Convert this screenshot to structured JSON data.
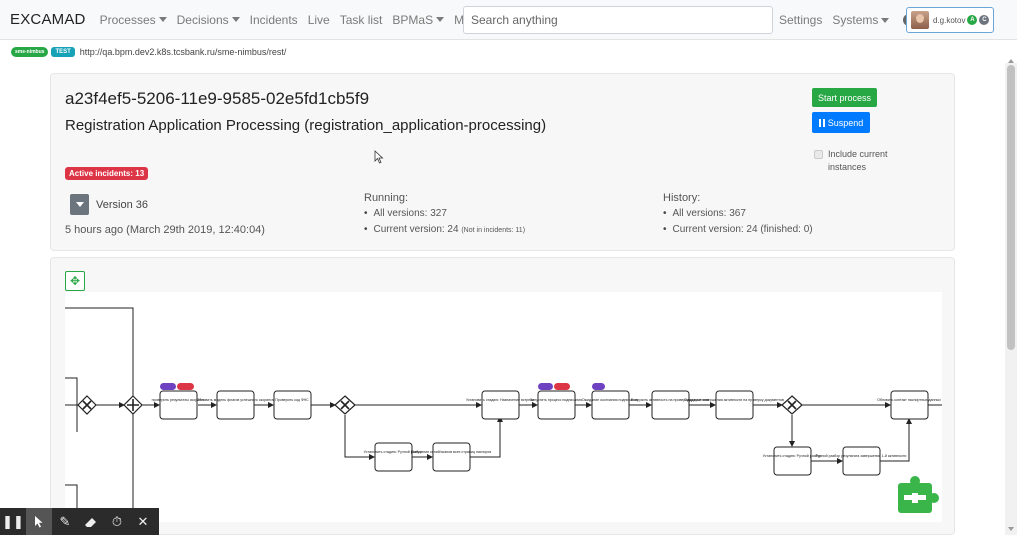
{
  "nav": {
    "brand": "EXCAMAD",
    "items": [
      {
        "label": "Processes",
        "dropdown": true
      },
      {
        "label": "Decisions",
        "dropdown": true
      },
      {
        "label": "Incidents",
        "dropdown": false
      },
      {
        "label": "Live",
        "dropdown": false
      },
      {
        "label": "Task list",
        "dropdown": false
      },
      {
        "label": "BPMaS",
        "dropdown": true
      },
      {
        "label": "Misc",
        "dropdown": true
      }
    ],
    "search_placeholder": "Search anything",
    "settings": "Settings",
    "systems": "Systems",
    "help": "?",
    "user": {
      "name": "d.g.kotov",
      "badge_a": "A",
      "badge_c": "C"
    }
  },
  "urlbar": {
    "env": "sme-nimbus",
    "test_badge": "TEST",
    "url": "http://qa.bpm.dev2.k8s.tcsbank.ru/sme-nimbus/rest/"
  },
  "process": {
    "id": "a23f4ef5-5206-11e9-9585-02e5fd1cb5f9",
    "name": "Registration Application Processing (registration_application-processing)",
    "incidents_badge": "Active incidents: 13",
    "version_label": "Version 36",
    "version_time": "5 hours ago (March 29th 2019, 12:40:04)",
    "running": {
      "title": "Running:",
      "all": "All versions: 327",
      "current": "Current version: 24",
      "current_note": "(Not in incidents: 11)"
    },
    "history": {
      "title": "History:",
      "all": "All versions: 367",
      "current": "Current version: 24 (finished: 0)"
    },
    "start_label": "Start process",
    "suspend_label": "Suspend",
    "include_label": "Include current instances"
  },
  "colors": {
    "green": "#28a745",
    "blue": "#007bff",
    "red": "#dc3545",
    "purple": "#6f42c1",
    "teal": "#17a2b8"
  },
  "diagram": {
    "tasks": [
      {
        "label": "проверить результаты скоринга"
      },
      {
        "label": "Обновить модель флагов успешного скоринга"
      },
      {
        "label": "Проверить код ФНС"
      },
      {
        "label": "Установить стадию: Ручной разбор"
      },
      {
        "label": "Получение копий/сканов всех страниц паспорта"
      },
      {
        "label": "Установить стадию: Назначение встречи"
      },
      {
        "label": "Запустить процесс подписания"
      },
      {
        "label": "Ожидание окончания подписания"
      },
      {
        "label": "Выгрузить активность на проверку документов"
      },
      {
        "label": "Ожидание завершения активности на проверку документов"
      },
      {
        "label": "Установить стадию: Ручной разбор"
      },
      {
        "label": "Ручной разбор результата завершения 1-й активности"
      },
      {
        "label": "Обновить контакт паспортных данных"
      }
    ]
  },
  "toolbar": {
    "icons": [
      "pause-icon",
      "pointer-icon",
      "pen-icon",
      "eraser-icon",
      "timer-icon",
      "close-icon"
    ]
  }
}
